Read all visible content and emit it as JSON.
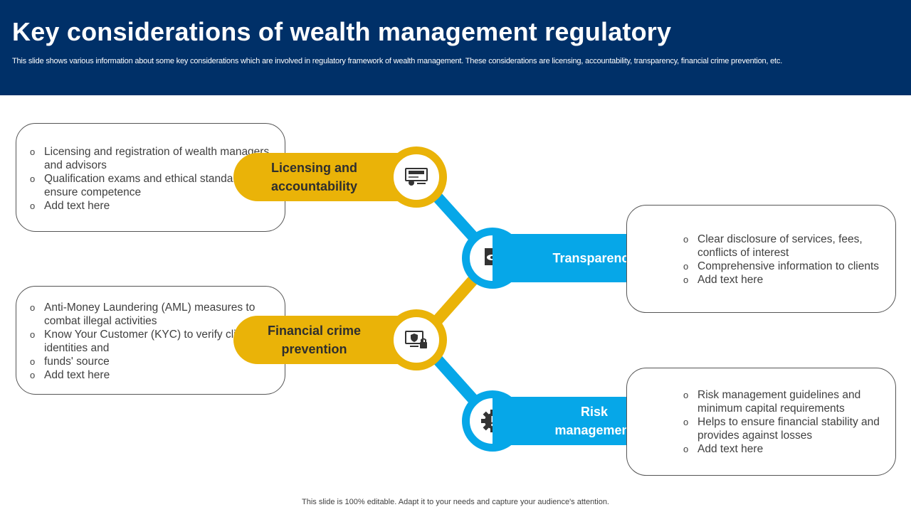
{
  "header": {
    "title": "Key considerations of wealth management regulatory",
    "subtitle": "This slide shows various information about some key considerations which are involved in regulatory framework of wealth management. These considerations are licensing, accountability, transparency, financial crime prevention, etc."
  },
  "colors": {
    "header_bg": "#003068",
    "yellow": "#eab308",
    "blue": "#06a7e8"
  },
  "nodes": [
    {
      "label_lines": [
        "Licensing and",
        "accountability"
      ],
      "icon": "license-icon",
      "color": "yellow",
      "bullets": [
        "Licensing and registration of wealth managers and advisors",
        "Qualification exams and ethical standards to ensure competence",
        "Add text here"
      ]
    },
    {
      "label_lines": [
        "Transparency"
      ],
      "icon": "document-inspect-icon",
      "color": "blue",
      "bullets": [
        "Clear disclosure of services, fees, conflicts of interest",
        "Comprehensive information to clients",
        "Add text here"
      ]
    },
    {
      "label_lines": [
        "Financial crime",
        "prevention"
      ],
      "icon": "secure-computer-icon",
      "color": "yellow",
      "bullets": [
        "Anti-Money Laundering (AML) measures to combat illegal activities",
        "Know Your Customer (KYC) to verify client identities and",
        "funds' source",
        "Add text here"
      ]
    },
    {
      "label_lines": [
        "Risk",
        "management"
      ],
      "icon": "risk-gear-icon",
      "color": "blue",
      "bullets": [
        "Risk management guidelines and minimum capital requirements",
        "Helps to ensure financial stability and provides against losses",
        "Add text here"
      ]
    }
  ],
  "footer": "This slide is 100% editable. Adapt it to your needs and capture your audience's attention."
}
